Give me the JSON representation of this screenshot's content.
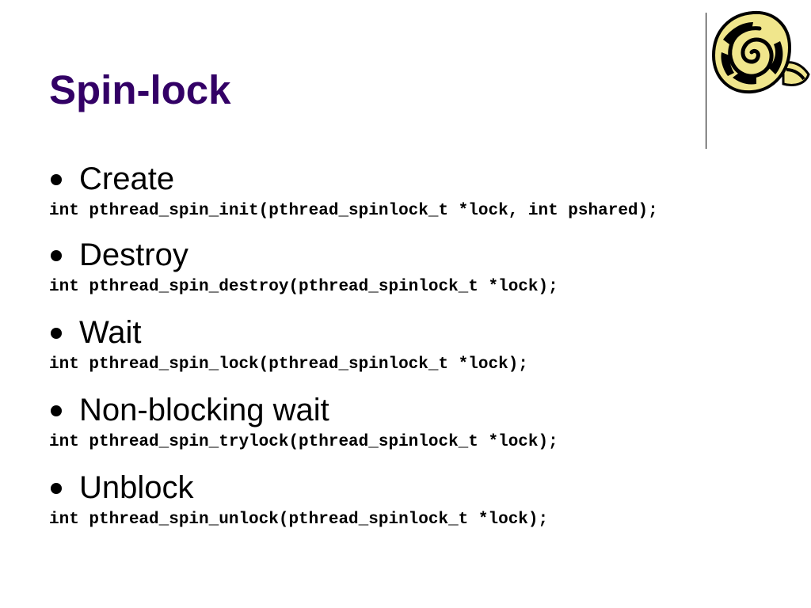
{
  "slide": {
    "title": "Spin-lock",
    "items": [
      {
        "heading": "Create",
        "code": "int pthread_spin_init(pthread_spinlock_t *lock, int pshared);"
      },
      {
        "heading": "Destroy",
        "code": "int pthread_spin_destroy(pthread_spinlock_t *lock);"
      },
      {
        "heading": "Wait",
        "code": "int pthread_spin_lock(pthread_spinlock_t *lock);"
      },
      {
        "heading": "Non-blocking wait",
        "code": "int pthread_spin_trylock(pthread_spinlock_t *lock);"
      },
      {
        "heading": "Unblock",
        "code": "int pthread_spin_unlock(pthread_spinlock_t *lock);"
      }
    ]
  },
  "colors": {
    "title": "#330066",
    "text": "#000000",
    "logo_fill": "#f0e68c",
    "logo_stroke": "#000000"
  },
  "icons": {
    "logo": "spiral-scroll-icon",
    "bullet": "bullet-dot-icon"
  }
}
